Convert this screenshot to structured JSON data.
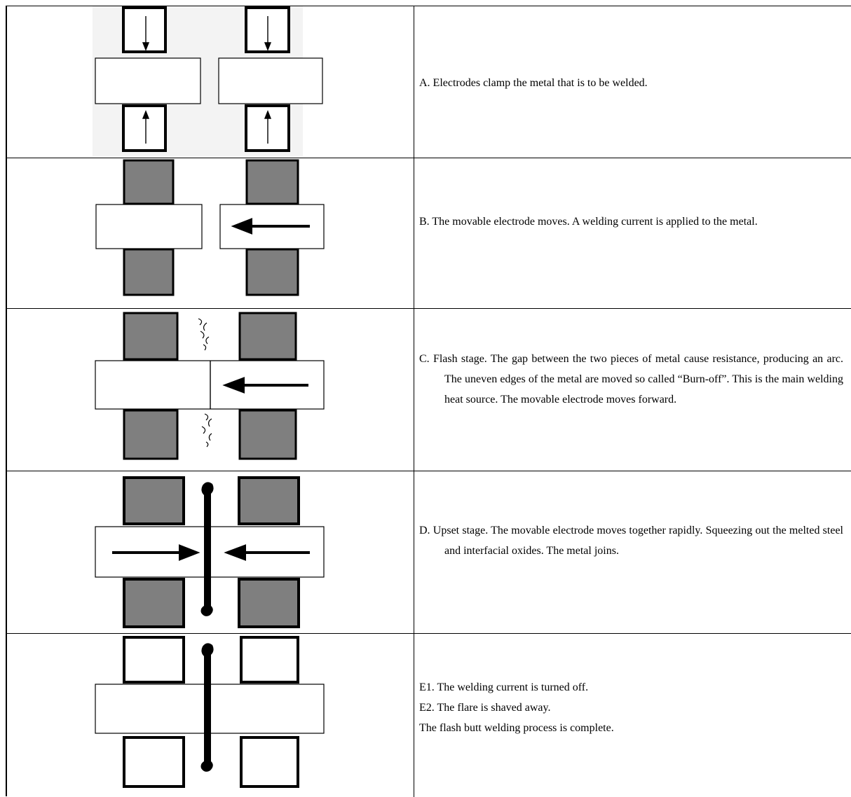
{
  "steps": [
    {
      "id": "A",
      "text": "A. Electrodes clamp the metal that is to be welded."
    },
    {
      "id": "B",
      "text": "B. The movable electrode moves. A welding current is applied to the metal."
    },
    {
      "id": "C",
      "text": "C. Flash stage. The gap between the two pieces of metal cause resistance, producing an arc. The uneven edges of the metal are moved so called “Burn-off”. This is the main welding heat source. The movable electrode moves forward."
    },
    {
      "id": "D",
      "text": "D. Upset stage. The movable electrode moves together rapidly. Squeezing out the melted steel and interfacial oxides. The metal joins."
    },
    {
      "id": "E",
      "lines": [
        "E1. The welding current is turned off.",
        "E2. The flare is shaved away.",
        "The flash butt welding process is complete."
      ]
    }
  ],
  "colors": {
    "electrode_fill": "#7f7f7f",
    "line": "#000000",
    "background": "#ffffff"
  }
}
